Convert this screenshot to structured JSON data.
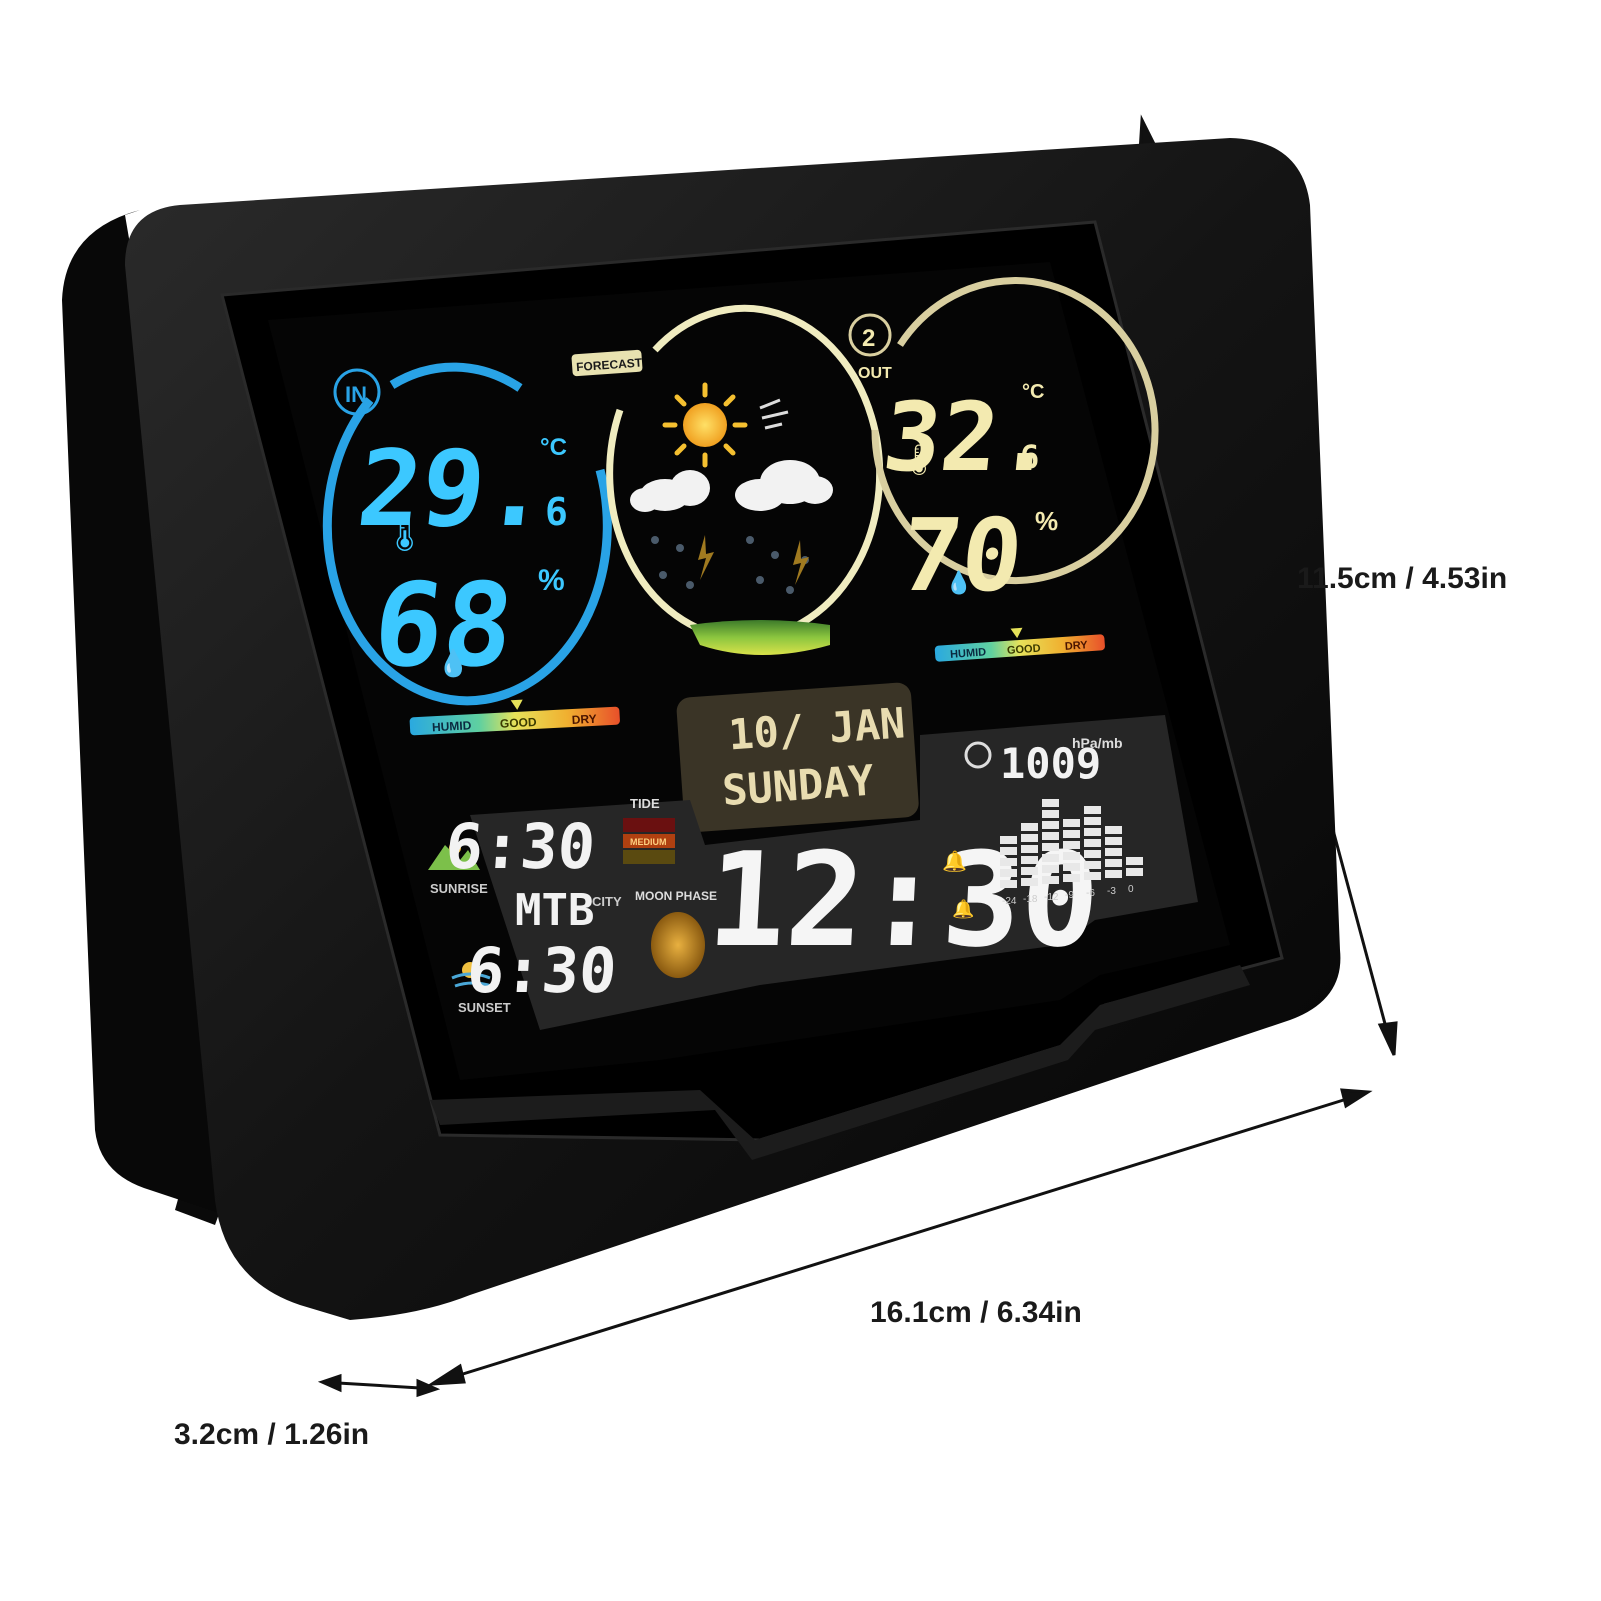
{
  "dimensions": {
    "height": "11.5cm / 4.53in",
    "width": "16.1cm / 6.34in",
    "depth": "3.2cm / 1.26in"
  },
  "indoor": {
    "label": "IN",
    "temp_main": "29.",
    "temp_decimal": "6",
    "temp_unit": "°C",
    "humidity": "68",
    "humidity_unit": "%",
    "ring_color": "#29a3e6",
    "digit_color": "#3cc8ff"
  },
  "outdoor": {
    "label": "OUT",
    "channel": "2",
    "temp_main": "32.",
    "temp_decimal": "6",
    "temp_unit": "°C",
    "humidity": "70",
    "humidity_unit": "%",
    "ring_color": "#d9cfa0",
    "digit_color": "#f3eab0"
  },
  "comfort_bar": {
    "humid": "HUMID",
    "good": "GOOD",
    "dry": "DRY"
  },
  "forecast": {
    "label": "FORECAST"
  },
  "date": {
    "day_month": "10/ JAN",
    "weekday": "SUNDAY"
  },
  "pressure": {
    "value": "1009",
    "unit": "hPa/mb"
  },
  "pressure_history": {
    "x_ticks": [
      "-24",
      "-18",
      "-12",
      "-9",
      "-6",
      "-3",
      "0"
    ],
    "bars": [
      5,
      6,
      8,
      6,
      7,
      5,
      2
    ]
  },
  "sun": {
    "sunrise_label": "SUNRISE",
    "sunset_label": "SUNSET",
    "sunrise_time": "6:30",
    "sunset_time": "6:30",
    "city": "MTB",
    "city_label": "CITY"
  },
  "tide": {
    "label": "TIDE",
    "level": "MEDIUM"
  },
  "moon": {
    "label": "MOON PHASE"
  },
  "clock": {
    "time": "12:30"
  },
  "colors": {
    "device_body": "#121212",
    "screen_bg": "#050505",
    "panel_bg": "#2a2a2a"
  }
}
